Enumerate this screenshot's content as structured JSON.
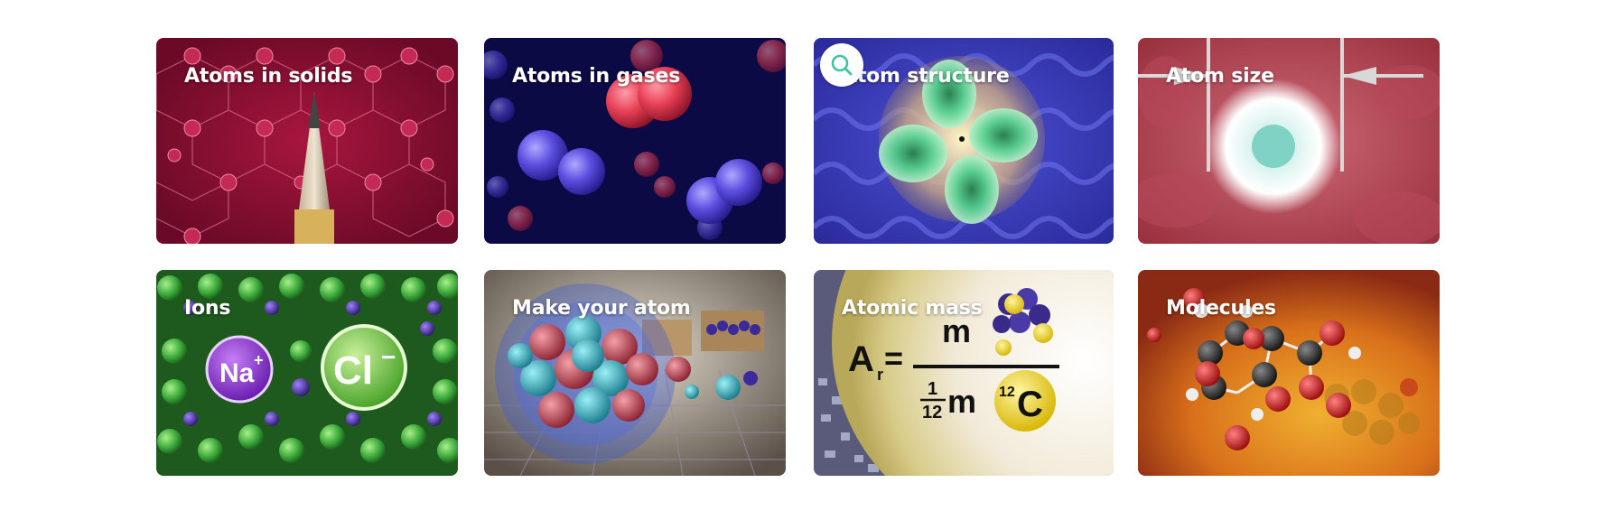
{
  "cards": [
    {
      "title": "Atoms in solids"
    },
    {
      "title": "Atoms in gases"
    },
    {
      "title": "Atom structure"
    },
    {
      "title": "Atom size"
    },
    {
      "title": "Ions",
      "labels": [
        "Na",
        "+",
        "Cl",
        "−"
      ]
    },
    {
      "title": "Make your atom"
    },
    {
      "title": "Atomic mass",
      "formula": {
        "lhs": "A",
        "sub": "r",
        "eq": "=",
        "num": "m",
        "frac_num": "1",
        "frac_den": "12",
        "den": "m",
        "sup": "12",
        "elem": "C"
      }
    },
    {
      "title": "Molecules"
    }
  ],
  "colors": {
    "zoom_icon": "#3cc5a4"
  }
}
